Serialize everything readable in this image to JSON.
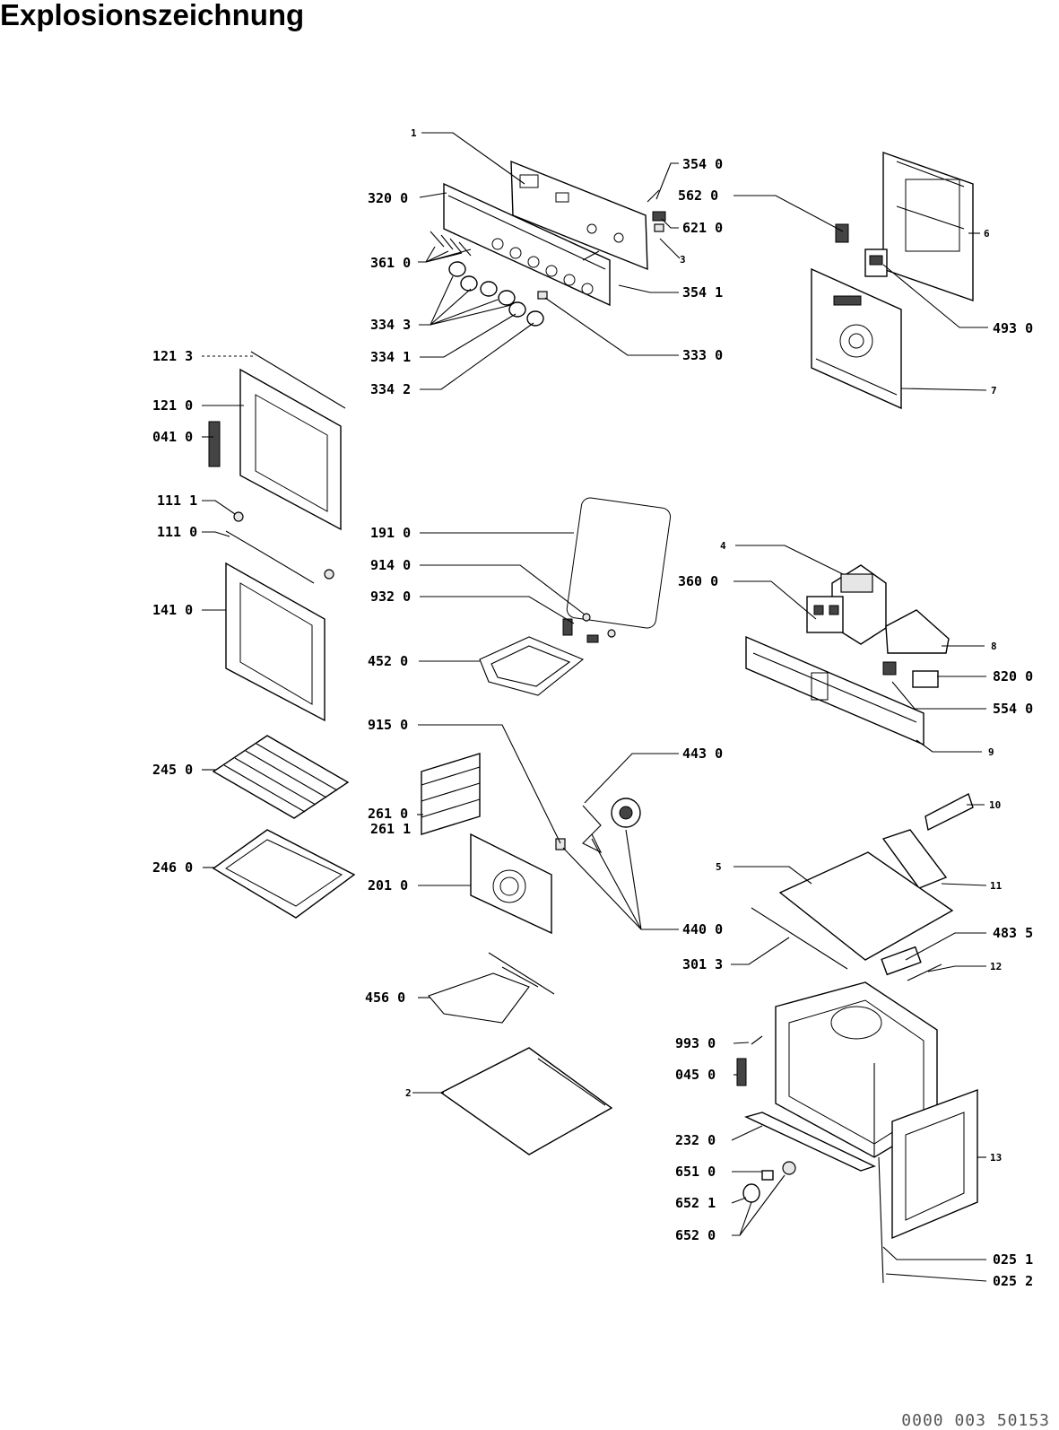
{
  "title": "Explosionszeichnung",
  "reference": "0000 003 50153",
  "labels": [
    {
      "id": "l-1",
      "text": "1",
      "small": true
    },
    {
      "id": "l-320-0",
      "text": "320 0"
    },
    {
      "id": "l-354-0",
      "text": "354 0"
    },
    {
      "id": "l-562-0",
      "text": "562 0"
    },
    {
      "id": "l-621-0",
      "text": "621 0"
    },
    {
      "id": "l-3",
      "text": "3",
      "small": true
    },
    {
      "id": "l-361-0",
      "text": "361 0"
    },
    {
      "id": "l-354-1",
      "text": "354 1"
    },
    {
      "id": "l-334-3",
      "text": "334 3"
    },
    {
      "id": "l-334-1",
      "text": "334 1"
    },
    {
      "id": "l-333-0",
      "text": "333 0"
    },
    {
      "id": "l-334-2",
      "text": "334 2"
    },
    {
      "id": "l-6",
      "text": "6",
      "small": true
    },
    {
      "id": "l-493-0",
      "text": "493 0"
    },
    {
      "id": "l-7",
      "text": "7",
      "small": true
    },
    {
      "id": "l-121-3",
      "text": "121 3"
    },
    {
      "id": "l-121-0",
      "text": "121 0"
    },
    {
      "id": "l-041-0",
      "text": "041 0"
    },
    {
      "id": "l-111-1",
      "text": "111 1"
    },
    {
      "id": "l-111-0",
      "text": "111 0"
    },
    {
      "id": "l-141-0",
      "text": "141 0"
    },
    {
      "id": "l-191-0",
      "text": "191 0"
    },
    {
      "id": "l-914-0",
      "text": "914 0"
    },
    {
      "id": "l-932-0",
      "text": "932 0"
    },
    {
      "id": "l-452-0",
      "text": "452 0"
    },
    {
      "id": "l-4",
      "text": "4",
      "small": true
    },
    {
      "id": "l-360-0",
      "text": "360 0"
    },
    {
      "id": "l-8",
      "text": "8",
      "small": true
    },
    {
      "id": "l-820-0",
      "text": "820 0"
    },
    {
      "id": "l-554-0",
      "text": "554 0"
    },
    {
      "id": "l-9",
      "text": "9",
      "small": true
    },
    {
      "id": "l-915-0",
      "text": "915 0"
    },
    {
      "id": "l-443-0",
      "text": "443 0"
    },
    {
      "id": "l-245-0",
      "text": "245 0"
    },
    {
      "id": "l-261-0",
      "text": "261 0"
    },
    {
      "id": "l-261-1",
      "text": "261 1"
    },
    {
      "id": "l-10",
      "text": "10",
      "small": true
    },
    {
      "id": "l-246-0",
      "text": "246 0"
    },
    {
      "id": "l-201-0",
      "text": "201 0"
    },
    {
      "id": "l-5",
      "text": "5",
      "small": true
    },
    {
      "id": "l-11",
      "text": "11",
      "small": true
    },
    {
      "id": "l-440-0",
      "text": "440 0"
    },
    {
      "id": "l-483-5",
      "text": "483 5"
    },
    {
      "id": "l-301-3",
      "text": "301 3"
    },
    {
      "id": "l-12",
      "text": "12",
      "small": true
    },
    {
      "id": "l-456-0",
      "text": "456 0"
    },
    {
      "id": "l-993-0",
      "text": "993 0"
    },
    {
      "id": "l-045-0",
      "text": "045 0"
    },
    {
      "id": "l-2",
      "text": "2",
      "small": true
    },
    {
      "id": "l-13",
      "text": "13",
      "small": true
    },
    {
      "id": "l-232-0",
      "text": "232 0"
    },
    {
      "id": "l-651-0",
      "text": "651 0"
    },
    {
      "id": "l-652-1",
      "text": "652 1"
    },
    {
      "id": "l-652-0",
      "text": "652 0"
    },
    {
      "id": "l-025-1",
      "text": "025 1"
    },
    {
      "id": "l-025-2",
      "text": "025 2"
    }
  ]
}
